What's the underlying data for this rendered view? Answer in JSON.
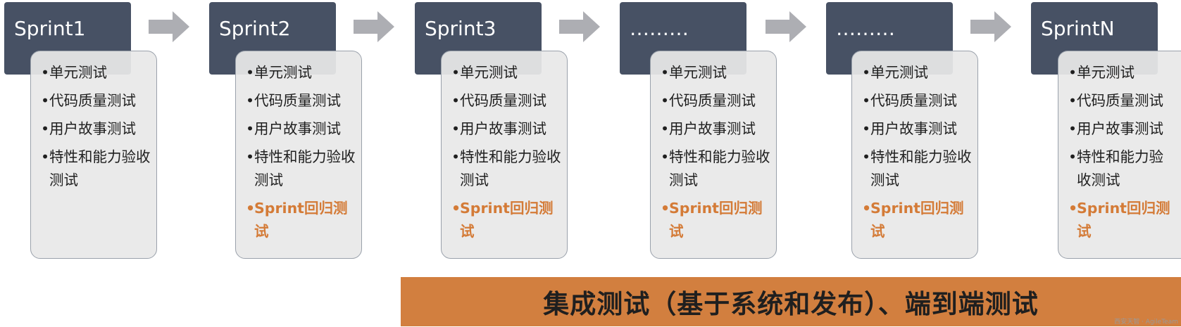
{
  "sprints": [
    {
      "title": "Sprint1",
      "items": [
        "单元测试",
        "代码质量测试",
        "用户故事测试",
        "特性和能力验收测试"
      ]
    },
    {
      "title": "Sprint2",
      "items": [
        "单元测试",
        "代码质量测试",
        "用户故事测试",
        "特性和能力验收测试",
        "Sprint回归测试"
      ]
    },
    {
      "title": "Sprint3",
      "items": [
        "单元测试",
        "代码质量测试",
        "用户故事测试",
        "特性和能力验收测试",
        "Sprint回归测试"
      ]
    },
    {
      "title": "………",
      "items": [
        "单元测试",
        "代码质量测试",
        "用户故事测试",
        "特性和能力验收测试",
        "Sprint回归测试"
      ]
    },
    {
      "title": "………",
      "items": [
        "单元测试",
        "代码质量测试",
        "用户故事测试",
        "特性和能力验收测试",
        "Sprint回归测试"
      ]
    },
    {
      "title": "SprintN",
      "items": [
        "单元测试",
        "代码质量测试",
        "用户故事测试",
        "特性和能力验收测试",
        "Sprint回归测试"
      ]
    }
  ],
  "banner": "集成测试（基于系统和发布）、端到端测试",
  "watermark": "西安天智 · AgileTeam",
  "colors": {
    "header": "#475164",
    "card": "#e8e8e8",
    "arrow": "#adaeb3",
    "accent": "#d47b37",
    "banner": "#d27f3f"
  }
}
